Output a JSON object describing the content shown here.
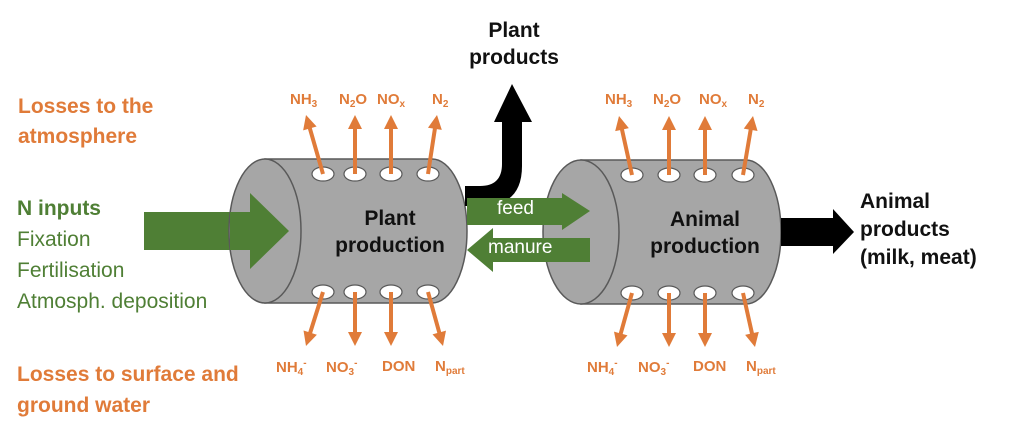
{
  "colors": {
    "orange": "#e07b39",
    "green": "#4f7f35",
    "cylinder_fill": "#a6a6a6",
    "cylinder_stroke": "#595959",
    "black": "#000000"
  },
  "left_labels": {
    "atmosphere_losses": [
      "Losses to the",
      "atmosphere"
    ],
    "n_inputs_title": "N inputs",
    "n_inputs_items": [
      "Fixation",
      "Fertilisation",
      "Atmosph. deposition"
    ],
    "water_losses": [
      "Losses to surface and",
      "ground water"
    ]
  },
  "plant_production": {
    "label": [
      "Plant",
      "production"
    ],
    "air_emissions": [
      {
        "base": "NH",
        "sub": "3",
        "sup": ""
      },
      {
        "base": "N",
        "sub": "2",
        "sup": "",
        "tail": "O"
      },
      {
        "base": "NO",
        "sub": "x",
        "sup": ""
      },
      {
        "base": "N",
        "sub": "2",
        "sup": ""
      }
    ],
    "water_emissions": [
      {
        "base": "NH",
        "sub": "4",
        "sup": "-"
      },
      {
        "base": "NO",
        "sub": "3",
        "sup": "-"
      },
      {
        "base": "DON",
        "sub": "",
        "sup": ""
      },
      {
        "base": "N",
        "sub": "part",
        "sup": ""
      }
    ]
  },
  "animal_production": {
    "label": [
      "Animal",
      "production"
    ],
    "air_emissions": [
      {
        "base": "NH",
        "sub": "3",
        "sup": ""
      },
      {
        "base": "N",
        "sub": "2",
        "sup": "",
        "tail": "O"
      },
      {
        "base": "NO",
        "sub": "x",
        "sup": ""
      },
      {
        "base": "N",
        "sub": "2",
        "sup": ""
      }
    ],
    "water_emissions": [
      {
        "base": "NH",
        "sub": "4",
        "sup": "-"
      },
      {
        "base": "NO",
        "sub": "3",
        "sup": "-"
      },
      {
        "base": "DON",
        "sub": "",
        "sup": ""
      },
      {
        "base": "N",
        "sub": "part",
        "sup": ""
      }
    ]
  },
  "flows": {
    "feed": "feed",
    "manure": "manure"
  },
  "outputs": {
    "plant_products": [
      "Plant",
      "products"
    ],
    "animal_products": [
      "Animal",
      "products",
      "(milk, meat)"
    ]
  }
}
